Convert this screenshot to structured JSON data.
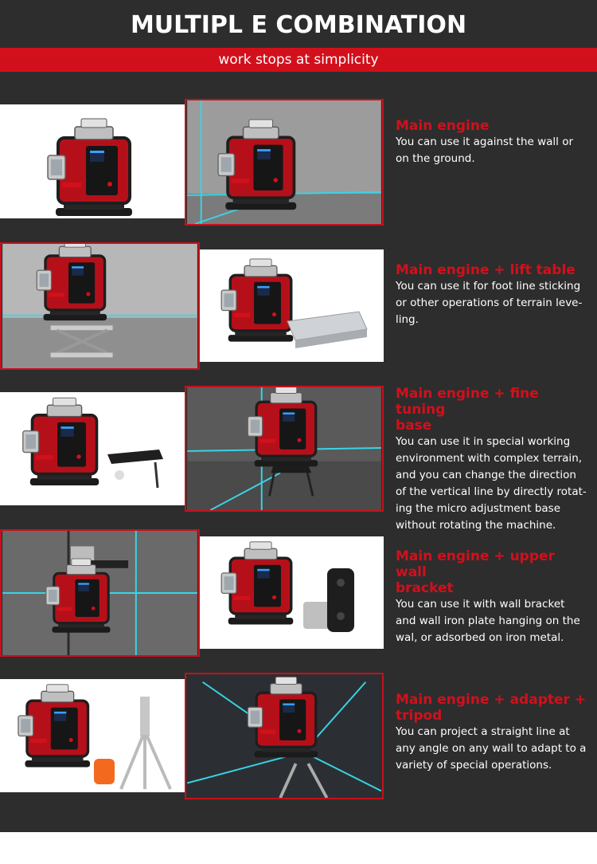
{
  "header": {
    "title": "MULTIPL E COMBINATION",
    "subtitle": "work stops at simplicity"
  },
  "colors": {
    "accent_red": "#d2101c",
    "background": "#2d2d2d",
    "laser_cyan": "#39d4e6"
  },
  "sections": [
    {
      "title": "Main engine",
      "lines": [
        "You can use it against the wall or",
        "on the ground."
      ]
    },
    {
      "title": "Main engine  + lift table",
      "lines": [
        "You can use it for foot line sticking",
        "or other operations of terrain leve-",
        "ling."
      ]
    },
    {
      "title": "Main engine  + fine tuning",
      "title2": "base",
      "lines": [
        "You can use it in special working",
        "environment with complex terrain,",
        "and you can change the direction",
        "of the vertical line by directly rotat-",
        "ing the micro adjustment base",
        "without rotating the machine."
      ]
    },
    {
      "title": "Main engine  + upper wall",
      "title2": "bracket",
      "lines": [
        "You can use it with wall bracket",
        "and wall iron plate hanging on the",
        "wal, or adsorbed on iron metal."
      ]
    },
    {
      "title": "Main engine  + adapter  +",
      "title2": "tripod",
      "lines": [
        "You can project a straight line at",
        "any angle on any wall to adapt to a",
        "variety of special operations."
      ]
    }
  ]
}
